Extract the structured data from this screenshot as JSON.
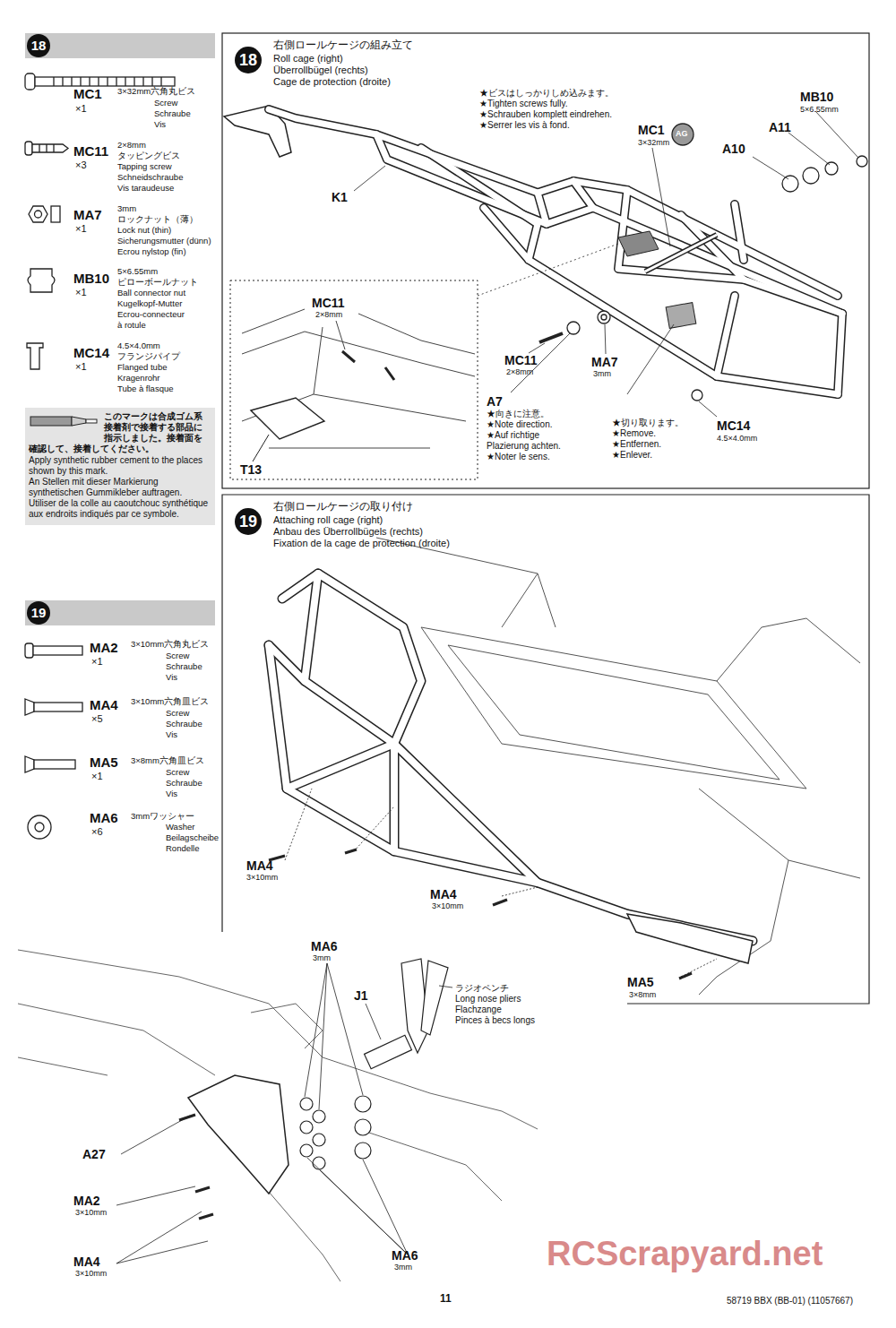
{
  "diagram": {
    "nodes": [
      {
        "text": [
          "18",
          "右側ロールケージの組み立て",
          "Roll cage (right)",
          "Überrollbügel (rechts)",
          "Cage de protection (droite)"
        ]
      },
      {
        "text": [
          "MC11",
          "2×8mm",
          "T13"
        ],
        "in": 0
      },
      {
        "text": [
          "19",
          "右側ロールケージの取り付け",
          "Attaching roll cage (right)",
          "Anbau des Überrollbügels (rechts)",
          "Fixation de la cage de protection (droite)"
        ]
      },
      {
        "text": [
          "18"
        ]
      },
      {
        "text": [
          "このマークは合成ゴム系接着剤で接着する部品に指示しました。接着面を確認して、接着してください。",
          "Apply synthetic rubber cement to the places shown by this mark.",
          "An Stellen mit dieser Markierung synthetischen Gummikleber auftragen.",
          "Utiliser de la colle au caoutchouc synthétique aux endroits indiqués par ce symbole."
        ]
      },
      {
        "text": [
          "19"
        ]
      }
    ],
    "labels": [
      "MC1",
      "×1",
      "3×32mm六角丸ビス",
      "Screw",
      "Schraube",
      "Vis",
      "MC11",
      "×3",
      "2×8mm",
      "タッピングビス",
      "Tapping screw",
      "Schneidschraube",
      "Vis taraudeuse",
      "MA7",
      "×1",
      "3mm",
      "ロックナット（薄）",
      "Lock nut (thin)",
      "Sicherungsmutter (dünn)",
      "Ecrou nylstop (fin)",
      "MB10",
      "×1",
      "5×6.55mm",
      "ピローボールナット",
      "Ball connector nut",
      "Kugelkopf-Mutter",
      "Ecrou-connecteur",
      "à rotule",
      "MC14",
      "×1",
      "4.5×4.0mm",
      "フランジパイプ",
      "Flanged tube",
      "Kragenrohr",
      "Tube à flasque",
      "MA2",
      "×1",
      "3×10mm六角丸ビス",
      "Screw",
      "Schraube",
      "Vis",
      "MA4",
      "×5",
      "3×10mm六角皿ビス",
      "Screw",
      "Schraube",
      "Vis",
      "MA5",
      "×1",
      "3×8mm六角皿ビス",
      "Screw",
      "Schraube",
      "Vis",
      "MA6",
      "×6",
      "3mmワッシャー",
      "Washer",
      "Beilagscheibe",
      "Rondelle",
      "★ビスはしっかりしめ込みます。",
      "★Tighten screws fully.",
      "★Schrauben komplett eindrehen.",
      "★Serrer les vis à fond.",
      "MC1",
      "3×32mm",
      "AG",
      "MB10",
      "5×6.55mm",
      "A11",
      "A10",
      "K1",
      "MC11",
      "2×8mm",
      "MA7",
      "3mm",
      "A7",
      "★向きに注意。",
      "★Note direction.",
      "★Auf richtige",
      "Plazierung achten.",
      "★Noter le sens.",
      "★切り取ります。",
      "★Remove.",
      "★Entfernen.",
      "★Enlever.",
      "MC14",
      "4.5×4.0mm",
      "MA4",
      "3×10mm",
      "MA4",
      "3×10mm",
      "MA5",
      "3×8mm",
      "MA6",
      "3mm",
      "J1",
      "ラジオペンチ",
      "Long nose pliers",
      "Flachzange",
      "Pinces à becs longs",
      "A27",
      "MA2",
      "3×10mm",
      "MA4",
      "3×10mm",
      "MA6",
      "3mm",
      "11",
      "58719 BBX (BB-01) (11057667)",
      "RCScrapyard.net"
    ]
  }
}
